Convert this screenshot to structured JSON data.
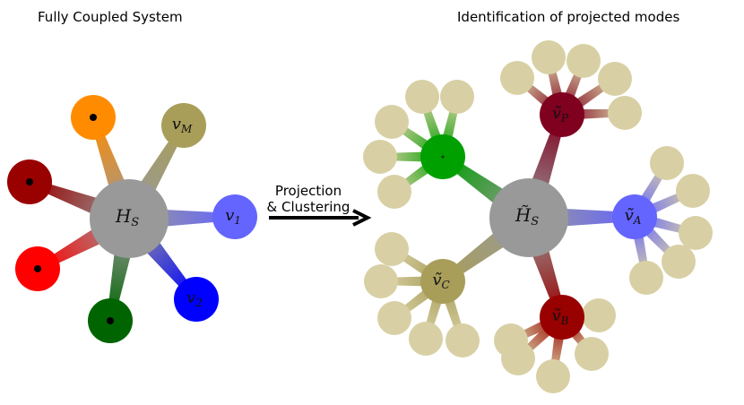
{
  "titles": {
    "left": "Fully Coupled System",
    "right": "Identification of projected modes"
  },
  "arrow": {
    "line1": "Projection",
    "line2": "& Clustering"
  },
  "left_system": {
    "center": {
      "label": "H",
      "sub": "S",
      "color": "#999999"
    },
    "nodes": [
      {
        "id": "v1",
        "label": "v",
        "sub": "1",
        "color": "#6464ff"
      },
      {
        "id": "v2",
        "label": "v",
        "sub": "2",
        "color": "#0000ff"
      },
      {
        "id": "vM",
        "label": "v",
        "sub": "M",
        "color": "#a89e5a"
      },
      {
        "id": "orange",
        "label": "",
        "sub": "",
        "color": "#ff8c00",
        "dot": true
      },
      {
        "id": "darkred",
        "label": "",
        "sub": "",
        "color": "#990000",
        "dot": true
      },
      {
        "id": "red",
        "label": "",
        "sub": "",
        "color": "#ff0000",
        "dot": true
      },
      {
        "id": "darkgreen",
        "label": "",
        "sub": "",
        "color": "#006400",
        "dot": true
      }
    ]
  },
  "right_system": {
    "center": {
      "label": "H̃",
      "sub": "S",
      "color": "#999999"
    },
    "clusters": [
      {
        "id": "vA",
        "label": "ṽ",
        "sub": "A",
        "color": "#6464ff"
      },
      {
        "id": "vB",
        "label": "ṽ",
        "sub": "B",
        "color": "#990000"
      },
      {
        "id": "vC",
        "label": "ṽ",
        "sub": "C",
        "color": "#a89e5a"
      },
      {
        "id": "vP",
        "label": "ṽ",
        "sub": "P",
        "color": "#800020"
      },
      {
        "id": "green",
        "label": "",
        "sub": "",
        "color": "#00a000",
        "dot": true
      }
    ],
    "leaf_color": "#d8d0a4"
  }
}
